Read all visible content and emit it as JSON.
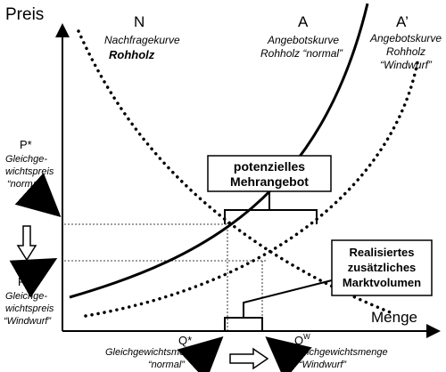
{
  "axes": {
    "y_label": "Preis",
    "x_label": "Menge"
  },
  "curves": {
    "N": {
      "letter": "N",
      "line1": "Nachfragekurve",
      "line2": "Rohholz"
    },
    "A": {
      "letter": "A",
      "line1": "Angebotskurve",
      "line2": "Rohholz “normal”"
    },
    "A2": {
      "letter": "A’",
      "line1": "Angebotskurve",
      "line2": "Rohholz",
      "line3": "“Windwurf”"
    }
  },
  "price_labels": {
    "p_star": {
      "symbol": "P*",
      "line1": "Gleichge-",
      "line2": "wichtspreis",
      "line3": "“normal”"
    },
    "p_w": {
      "symbol": "P",
      "sup": "W",
      "line1": "Gleichge-",
      "line2": "wichtspreis",
      "line3": "“Windwurf”"
    }
  },
  "quantity_labels": {
    "q_star": {
      "symbol": "Q*",
      "line1": "Gleichgewichtsmenge",
      "line2": "“normal”"
    },
    "q_w": {
      "symbol": "Q",
      "sup": "W",
      "line1": "Gleichgewichtsmenge",
      "line2": "“Windwurf”"
    }
  },
  "boxes": {
    "potential": {
      "line1": "potenzielles",
      "line2": "Mehrangebot"
    },
    "realized": {
      "line1": "Realisiertes",
      "line2": "zusätzliches",
      "line3": "Marktvolumen"
    }
  }
}
